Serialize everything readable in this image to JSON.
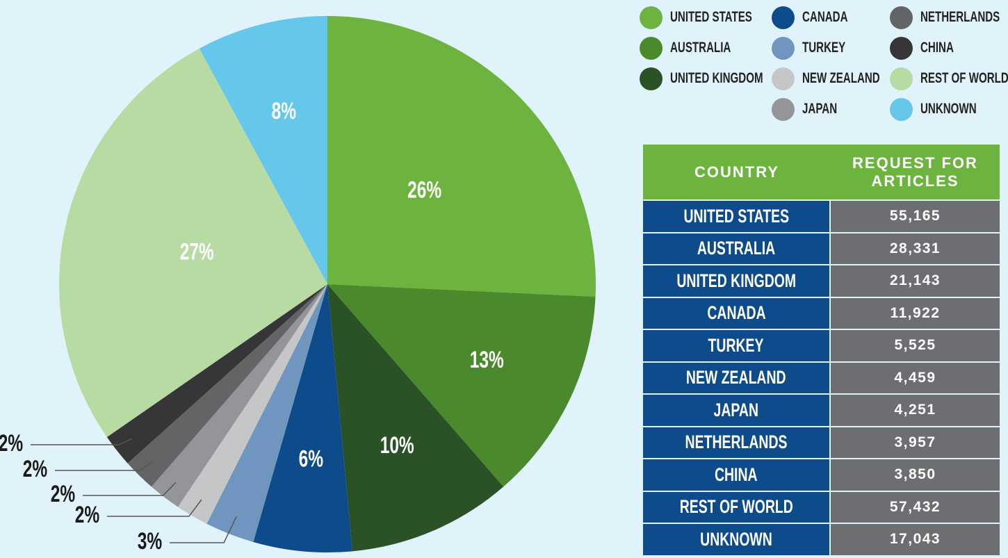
{
  "chart_data": {
    "type": "pie",
    "slices": [
      {
        "label": "UNITED STATES",
        "value": 26,
        "display": "26%",
        "color": "#6db33f"
      },
      {
        "label": "AUSTRALIA",
        "value": 13,
        "display": "13%",
        "color": "#4a8a2c"
      },
      {
        "label": "UNITED KINGDOM",
        "value": 10,
        "display": "10%",
        "color": "#2a5226"
      },
      {
        "label": "CANADA",
        "value": 6,
        "display": "6%",
        "color": "#0e4b8a"
      },
      {
        "label": "TURKEY",
        "value": 3,
        "display": "3%",
        "color": "#7096c0"
      },
      {
        "label": "NEW ZEALAND",
        "value": 2,
        "display": "2%",
        "color": "#c4c6c8"
      },
      {
        "label": "JAPAN",
        "value": 2,
        "display": "2%",
        "color": "#939598"
      },
      {
        "label": "NETHERLANDS",
        "value": 2,
        "display": "2%",
        "color": "#636466"
      },
      {
        "label": "CHINA",
        "value": 2,
        "display": "2%",
        "color": "#363638"
      },
      {
        "label": "REST OF WORLD",
        "value": 27,
        "display": "27%",
        "color": "#b8dba3"
      },
      {
        "label": "UNKNOWN",
        "value": 8,
        "display": "8%",
        "color": "#65c7ea"
      }
    ]
  },
  "legend": {
    "items": [
      {
        "label": "UNITED STATES",
        "color": "#6db33f"
      },
      {
        "label": "AUSTRALIA",
        "color": "#4a8a2c"
      },
      {
        "label": "UNITED KINGDOM",
        "color": "#2a5226"
      },
      {
        "label": "CANADA",
        "color": "#0e4b8a"
      },
      {
        "label": "TURKEY",
        "color": "#7096c0"
      },
      {
        "label": "NEW ZEALAND",
        "color": "#c4c6c8"
      },
      {
        "label": "JAPAN",
        "color": "#939598"
      },
      {
        "label": "NETHERLANDS",
        "color": "#636466"
      },
      {
        "label": "CHINA",
        "color": "#363638"
      },
      {
        "label": "REST OF WORLD",
        "color": "#b8dba3"
      },
      {
        "label": "UNKNOWN",
        "color": "#65c7ea"
      }
    ]
  },
  "table": {
    "headers": {
      "country": "COUNTRY",
      "requests": "REQUEST FOR ARTICLES"
    },
    "rows": [
      {
        "country": "UNITED STATES",
        "requests": "55,165"
      },
      {
        "country": "AUSTRALIA",
        "requests": "28,331"
      },
      {
        "country": "UNITED KINGDOM",
        "requests": "21,143"
      },
      {
        "country": "CANADA",
        "requests": "11,922"
      },
      {
        "country": "TURKEY",
        "requests": "5,525"
      },
      {
        "country": "NEW ZEALAND",
        "requests": "4,459"
      },
      {
        "country": "JAPAN",
        "requests": "4,251"
      },
      {
        "country": "NETHERLANDS",
        "requests": "3,957"
      },
      {
        "country": "CHINA",
        "requests": "3,850"
      },
      {
        "country": "REST OF WORLD",
        "requests": "57,432"
      },
      {
        "country": "UNKNOWN",
        "requests": "17,043"
      }
    ]
  }
}
